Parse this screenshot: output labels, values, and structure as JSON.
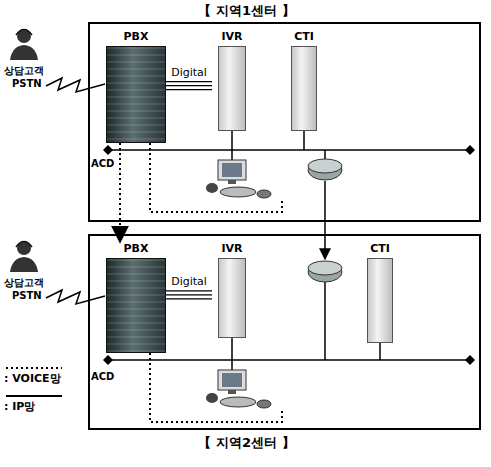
{
  "diagram": {
    "nodes": [
      {
        "text": [
          "【 지역1센터 】"
        ]
      },
      {
        "text": [
          "PBX"
        ],
        "in": 0
      },
      {
        "text": [
          "IVR"
        ],
        "in": 0
      },
      {
        "text": [
          "CTI"
        ],
        "in": 0
      },
      {
        "text": [
          "【 지역2센터 】"
        ]
      },
      {
        "text": [
          "PBX"
        ],
        "in": 4
      },
      {
        "text": [
          "IVR"
        ],
        "in": 4
      },
      {
        "text": [
          "CTI"
        ],
        "in": 4
      }
    ],
    "edges": [
      {
        "from": 1,
        "to": 2,
        "label": "Digital",
        "arrow": "none"
      },
      {
        "from": 5,
        "to": 6,
        "label": "Digital",
        "arrow": "none"
      },
      {
        "from": 1,
        "to": 5,
        "arrow": "to"
      }
    ],
    "labels": [
      "상담고객",
      "PSTN",
      "ACD",
      "상담고객",
      "PSTN",
      "ACD"
    ],
    "legend": [
      {
        "text": ": VOICE망"
      },
      {
        "text": ": IP망"
      }
    ]
  }
}
